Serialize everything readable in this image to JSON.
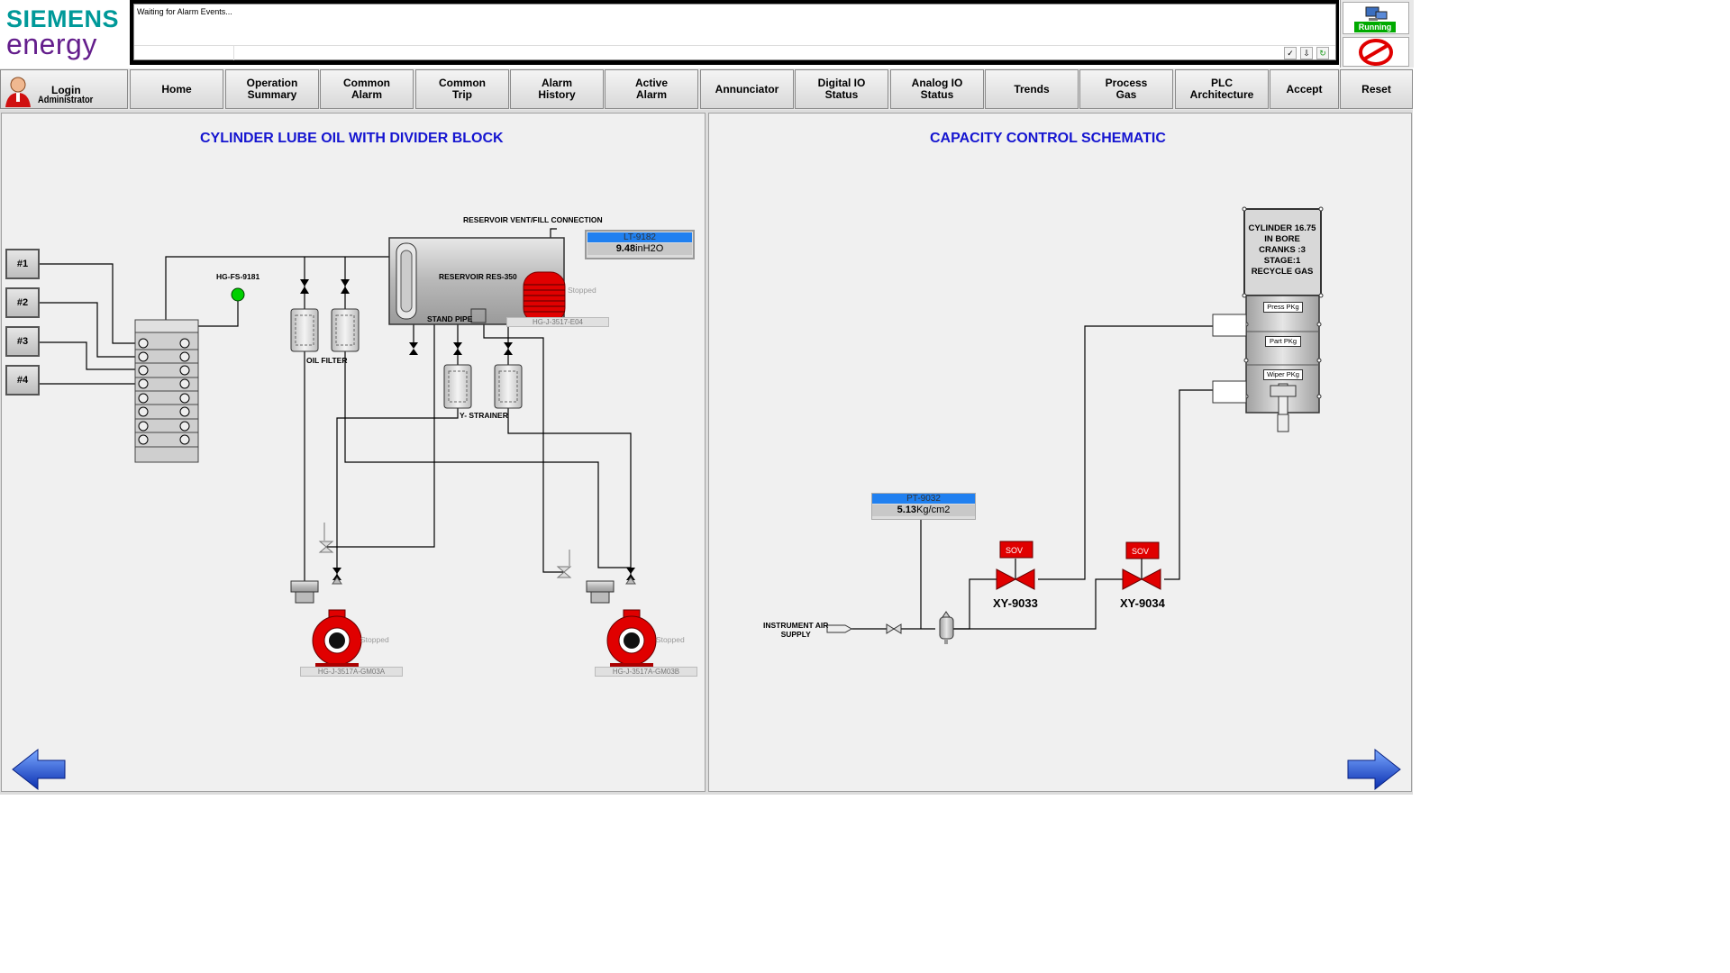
{
  "brand": {
    "line1": "SIEMENS",
    "line2": "energy"
  },
  "alarm_banner": {
    "message": "Waiting for Alarm Events..."
  },
  "status": {
    "running": "Running"
  },
  "login": {
    "label": "Login",
    "user": "Administrator"
  },
  "nav": [
    {
      "label": "Home"
    },
    {
      "label": "Operation\nSummary"
    },
    {
      "label": "Common\nAlarm"
    },
    {
      "label": "Common\nTrip"
    },
    {
      "label": "Alarm\nHistory"
    },
    {
      "label": "Active\nAlarm"
    },
    {
      "label": "Annunciator"
    },
    {
      "label": "Digital IO\nStatus"
    },
    {
      "label": "Analog IO\nStatus"
    },
    {
      "label": "Trends"
    },
    {
      "label": "Process\nGas"
    },
    {
      "label": "PLC\nArchitecture"
    },
    {
      "label": "Accept"
    },
    {
      "label": "Reset"
    }
  ],
  "left_panel": {
    "title": "CYLINDER LUBE OIL WITH DIVIDER BLOCK",
    "cylinders": [
      "#1",
      "#2",
      "#3",
      "#4"
    ],
    "flow_switch": "HG-FS-9181",
    "reservoir_vent": "RESERVOIR VENT/FILL CONNECTION",
    "reservoir": "RESERVOIR RES-350",
    "stand_pipe": "STAND PIPE",
    "oil_filter": "OIL FILTER",
    "y_strainer": "Y- STRAINER",
    "level": {
      "tag": "LT-9182",
      "value": "9.48",
      "unit": "inH2O"
    },
    "heater": {
      "status": "Stopped",
      "tag": "HG-J-3517-E04"
    },
    "pump_a": {
      "status": "Stopped",
      "tag": "HG-J-3517A-GM03A"
    },
    "pump_b": {
      "status": "Stopped",
      "tag": "HG-J-3517A-GM03B"
    }
  },
  "right_panel": {
    "title": "CAPACITY CONTROL SCHEMATIC",
    "cylinder_info": [
      "CYLINDER 16.75",
      "IN BORE",
      "CRANKS :3",
      "STAGE:1",
      "RECYCLE GAS"
    ],
    "packings": [
      "Press PKg",
      "Part PKg",
      "Wiper PKg"
    ],
    "pressure": {
      "tag": "PT-9032",
      "value": "5.13",
      "unit": "Kg/cm2"
    },
    "instrument_air": [
      "INSTRUMENT AIR",
      "SUPPLY"
    ],
    "valve1": {
      "badge": "SOV",
      "tag": "XY-9033"
    },
    "valve2": {
      "badge": "SOV",
      "tag": "XY-9034"
    }
  },
  "colors": {
    "title": "#1515d0",
    "running": "#00aa00",
    "equipment_stopped": "#e00000",
    "tag_header": "#2080f0"
  }
}
